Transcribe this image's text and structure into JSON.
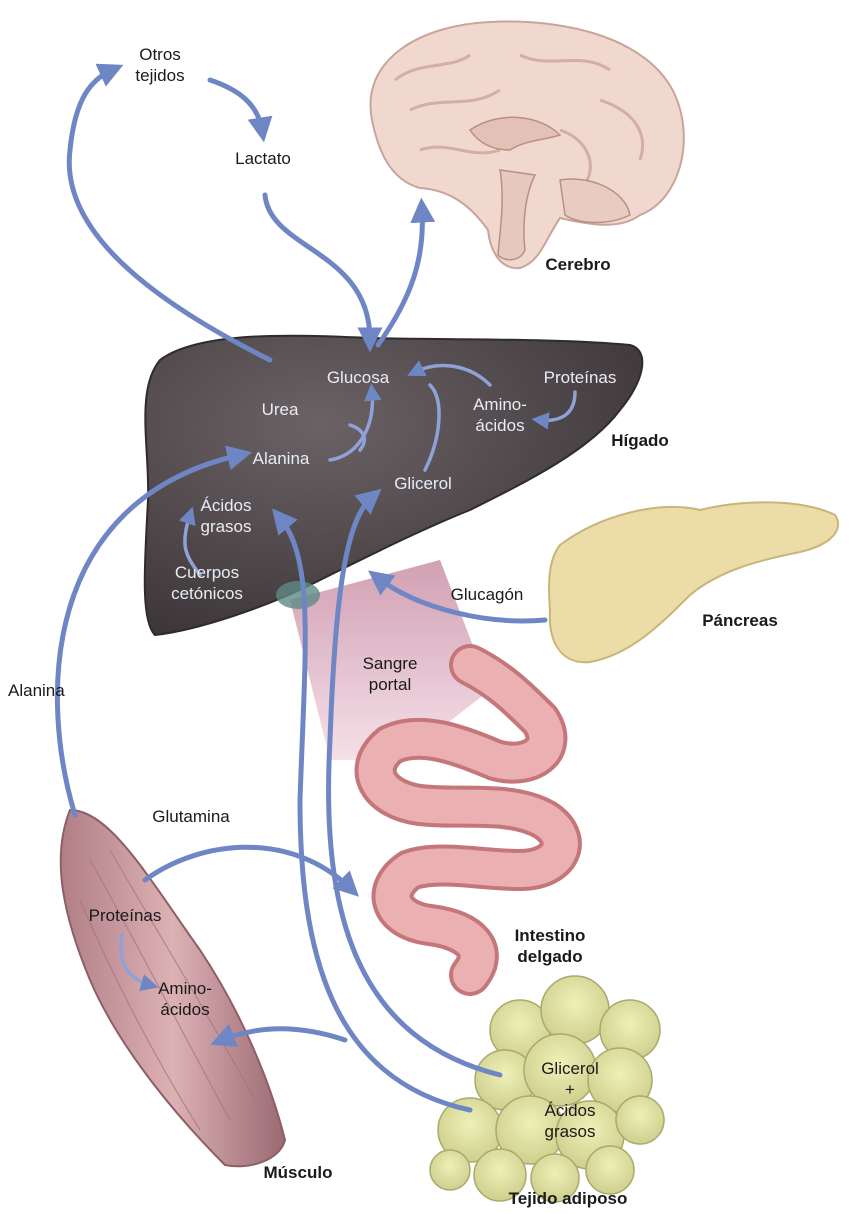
{
  "organs": {
    "brain": "Cerebro",
    "liver": "Hígado",
    "pancreas": "Páncreas",
    "intestine": "Intestino\ndelgado",
    "muscle": "Músculo",
    "adipose": "Tejido adiposo"
  },
  "labels": {
    "other_tissues": "Otros\ntejidos",
    "lactate": "Lactato",
    "alanine_blood": "Alanina",
    "glutamine": "Glutamina",
    "glucagon": "Glucagón",
    "portal_blood": "Sangre\nportal"
  },
  "liver_labels": {
    "glucose": "Glucosa",
    "proteins": "Proteínas",
    "amino_acids": "Amino-\nácidos",
    "urea": "Urea",
    "alanine": "Alanina",
    "glycerol": "Glicerol",
    "fatty_acids": "Ácidos\ngrasos",
    "ketone_bodies": "Cuerpos\ncetónicos"
  },
  "muscle_labels": {
    "proteins": "Proteínas",
    "amino_acids": "Amino-\nácidos"
  },
  "adipose_labels": {
    "glycerol_plus_fa": "Glicerol\n+\nÁcidos\ngrasos"
  },
  "colors": {
    "arrow": "#6f86c4",
    "liver": "#4a4244",
    "liver_text": "#e8ecf6",
    "brain": "#f0d8cf",
    "pancreas": "#ecdca8",
    "intestine": "#e8a4a6",
    "muscle": "#c9979c",
    "adipose": "#dcdca0"
  }
}
